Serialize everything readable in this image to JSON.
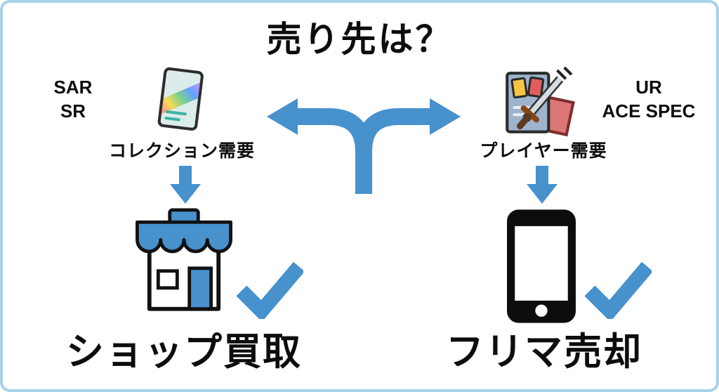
{
  "title": "売り先は？",
  "colors": {
    "accent": "#4791cd",
    "border": "#a8d2e8",
    "text": "#111111"
  },
  "icons": {
    "center": "fork-arrow-icon",
    "left_card": "holo-card-icon",
    "right_card": "battle-card-icon",
    "left_destination": "shop-storefront-icon",
    "right_destination": "smartphone-icon",
    "check": "checkmark-icon",
    "down": "down-arrow-icon"
  },
  "branch": {
    "left": {
      "rarities": [
        "SAR",
        "SR"
      ],
      "demand": "コレクション需要",
      "destination": "ショップ買取"
    },
    "right": {
      "rarities": [
        "UR",
        "ACE SPEC"
      ],
      "demand": "プレイヤー需要",
      "destination": "フリマ売却"
    }
  }
}
